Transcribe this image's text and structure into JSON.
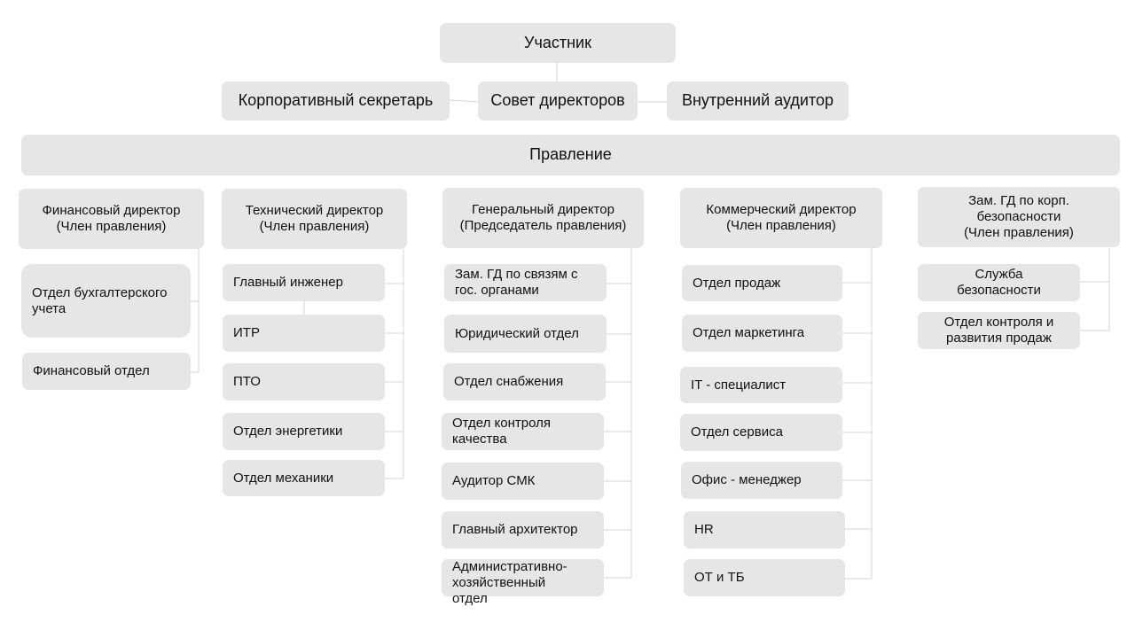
{
  "top": {
    "participant": "Участник",
    "secretary": "Корпоративный секретарь",
    "board": "Совет директоров",
    "auditor": "Внутренний аудитор",
    "management": "Правление"
  },
  "columns": {
    "cfo": {
      "head": "Финансовый директор\n(Член правления)",
      "items": [
        "Отдел бухгалтерского\nучета",
        "Финансовый отдел"
      ]
    },
    "cto": {
      "head": "Технический директор\n(Член правления)",
      "items": [
        "Главный инженер",
        "ИТР",
        "ПТО",
        "Отдел энергетики",
        "Отдел механики"
      ]
    },
    "ceo": {
      "head": "Генеральный директор\n(Председатель правления)",
      "items": [
        "Зам. ГД по связям с\nгос. органами",
        "Юридический отдел",
        "Отдел снабжения",
        "Отдел контроля\nкачества",
        "Аудитор СМК",
        "Главный архитектор",
        "Административно-\nхозяйственный\nотдел"
      ]
    },
    "cco": {
      "head": "Коммерческий директор\n(Член правления)",
      "items": [
        "Отдел продаж",
        "Отдел маркетинга",
        "IT - специалист",
        "Отдел сервиса",
        "Офис - менеджер",
        "HR",
        "ОТ и ТБ"
      ]
    },
    "security": {
      "head": "Зам. ГД по корп.\nбезопасности\n(Член правления)",
      "items": [
        "Служба\nбезопасности",
        "Отдел контроля и\nразвития продаж"
      ]
    }
  }
}
